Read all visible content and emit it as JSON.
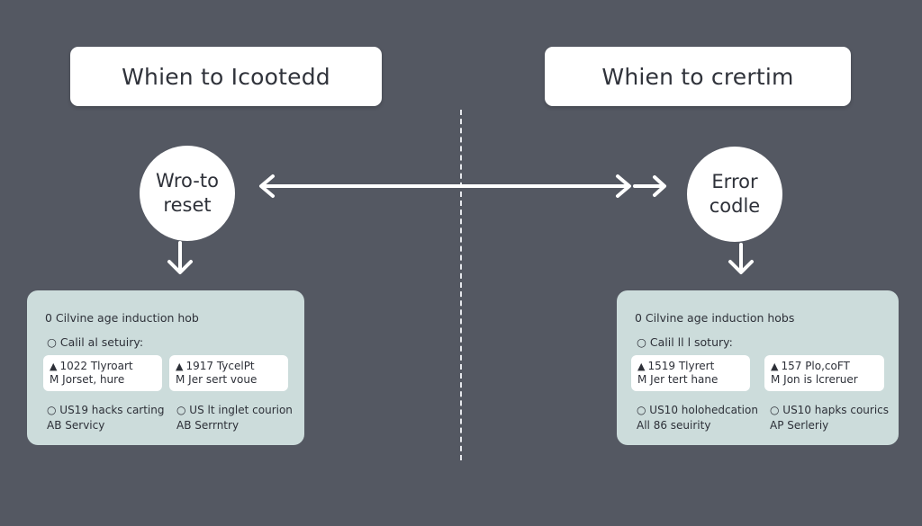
{
  "left": {
    "title": "Whien to Icootedd",
    "circle": [
      "Wro-to",
      "reset"
    ],
    "panel": {
      "heading": "0 Cilvine age induction hob",
      "subheading": "○ Calil al setuiry:",
      "card_a": {
        "line1": "1022 Tlyroart",
        "line2": "M Jorset, hure"
      },
      "card_b": {
        "line1": "1917 TycelPt",
        "line2": "M Jer sert voue"
      },
      "foot_a": {
        "line1": "○ US19 hacks carting",
        "line2": "AB Servicy"
      },
      "foot_b": {
        "line1": "○ US lt inglet courion",
        "line2": "AB Serrntry"
      }
    }
  },
  "right": {
    "title": "Whien to crertim",
    "circle": [
      "Error",
      "codle"
    ],
    "panel": {
      "heading": "0 Cilvine age induction hobs",
      "subheading": "○ Calil ll l sotury:",
      "card_a": {
        "line1": "1519 Tlyrert",
        "line2": "M Jer tert hane"
      },
      "card_b": {
        "line1": "157 Plo,coFT",
        "line2": "M Jon is lcreruer"
      },
      "foot_a": {
        "line1": "○ US10 holohedcation",
        "line2": "All 86 seuirity"
      },
      "foot_b": {
        "line1": "○ US10 hapks courics",
        "line2": "AP Serleriy"
      }
    }
  },
  "icons": {
    "warning": "warning-triangle-icon",
    "arrows": [
      "double-headed-arrow-icon",
      "arrow-right-icon",
      "arrow-down-icon"
    ]
  },
  "colors": {
    "background": "#545862",
    "box": "#ffffff",
    "panel": "#ccdcdb",
    "text": "#2d3038",
    "arrow": "#ffffff"
  }
}
